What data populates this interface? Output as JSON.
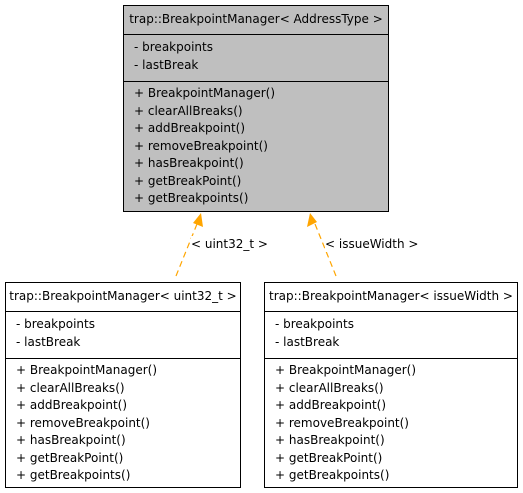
{
  "diagram": {
    "template_class": {
      "title": "trap::BreakpointManager< AddressType >",
      "attributes": [
        "- breakpoints",
        "- lastBreak"
      ],
      "operations": [
        "+ BreakpointManager()",
        "+ clearAllBreaks()",
        "+ addBreakpoint()",
        "+ removeBreakpoint()",
        "+ hasBreakpoint()",
        "+ getBreakPoint()",
        "+ getBreakpoints()"
      ]
    },
    "instances": [
      {
        "title": "trap::BreakpointManager< uint32_t >",
        "edge_label": "< uint32_t >",
        "attributes": [
          "- breakpoints",
          "- lastBreak"
        ],
        "operations": [
          "+ BreakpointManager()",
          "+ clearAllBreaks()",
          "+ addBreakpoint()",
          "+ removeBreakpoint()",
          "+ hasBreakpoint()",
          "+ getBreakPoint()",
          "+ getBreakpoints()"
        ]
      },
      {
        "title": "trap::BreakpointManager< issueWidth >",
        "edge_label": "< issueWidth >",
        "attributes": [
          "- breakpoints",
          "- lastBreak"
        ],
        "operations": [
          "+ BreakpointManager()",
          "+ clearAllBreaks()",
          "+ addBreakpoint()",
          "+ removeBreakpoint()",
          "+ hasBreakpoint()",
          "+ getBreakPoint()",
          "+ getBreakpoints()"
        ]
      }
    ],
    "colors": {
      "template_fill": "#bfbfbf",
      "instance_fill": "#ffffff",
      "border": "#000000",
      "edge": "#ffa500"
    }
  }
}
